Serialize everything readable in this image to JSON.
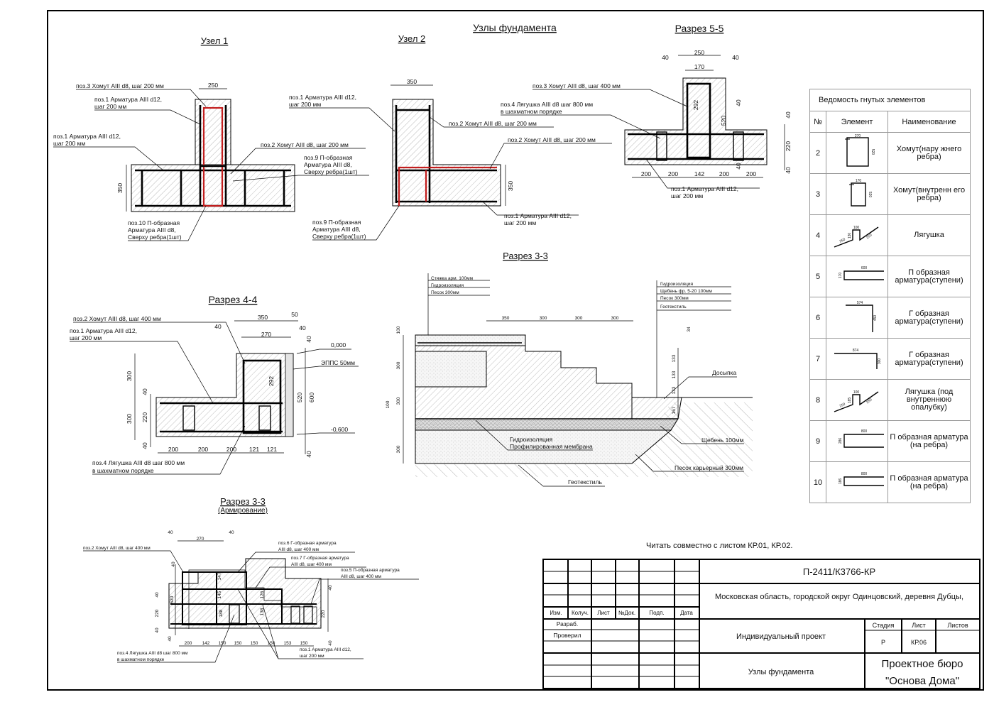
{
  "sheet": {
    "title": "Узлы фундамента",
    "note": "Читать совместно с листом КР.01, КР.02."
  },
  "uzel1": {
    "title": "Узел 1",
    "dims": [
      "250",
      "350"
    ],
    "callouts": [
      [
        "поз.3 Хомут АIII d8, шаг 200 мм"
      ],
      [
        "поз.1 Арматура АIII d12,",
        "шаг 200 мм"
      ],
      [
        "поз.1 Арматура АIII d12,",
        "шаг 200 мм"
      ],
      [
        "поз.2 Хомут АIII d8, шаг 200 мм"
      ],
      [
        "поз.9 П-образная",
        "Арматура АIII d8,",
        "Сверху ребра(1шт)"
      ],
      [
        "поз.10 П-образная",
        "Арматура АIII d8,",
        "Сверху ребра(1шт)"
      ]
    ]
  },
  "uzel2": {
    "title": "Узел 2",
    "dims": [
      "350",
      "350"
    ],
    "callouts": [
      [
        "поз.1 Арматура АIII d12,",
        "шаг 200 мм"
      ],
      [
        "поз.2 Хомут АIII d8, шаг 200 мм"
      ],
      [
        "поз.2 Хомут АIII d8, шаг 200 мм"
      ],
      [
        "поз.1 Арматура АIII d12,",
        "шаг 200 мм"
      ],
      [
        "поз.9 П-образная",
        "Арматура АIII d8,",
        "Сверху ребра(1шт)"
      ]
    ]
  },
  "section55": {
    "title": "Разрез 5-5",
    "dims_top": [
      "40",
      "250",
      "170",
      "40"
    ],
    "dims_inner": [
      "292",
      "520",
      "40",
      "40"
    ],
    "dims_right": [
      "40",
      "220",
      "40"
    ],
    "dims_bottom": [
      "200",
      "200",
      "142",
      "200",
      "200"
    ],
    "callouts": [
      [
        "поз.3 Хомут АIII d8, шаг 400 мм"
      ],
      [
        "поз.4 Лягушка АIII d8 шаг 800 мм",
        "в шахматном порядке"
      ],
      [
        "поз.1 Арматура АIII d12,",
        "шаг 200 мм"
      ]
    ]
  },
  "section44": {
    "title": "Разрез 4-4",
    "dims_top": [
      "350",
      "50",
      "40",
      "270",
      "40"
    ],
    "dims_right": [
      "40",
      "292",
      "520",
      "600",
      "40"
    ],
    "levels": [
      "0,000",
      "-0,600"
    ],
    "insulation": "ЭППС 50мм",
    "dims_left": [
      "300",
      "40",
      "220",
      "300",
      "40"
    ],
    "dims_bottom": [
      "200",
      "200",
      "200",
      "121",
      "121"
    ],
    "callouts": [
      [
        "поз.2 Хомут АIII d8, шаг 400 мм"
      ],
      [
        "поз.1 Арматура АIII d12,",
        "шаг 200 мм"
      ],
      [
        "поз.4 Лягушка АIII d8 шаг 800 мм",
        "в шахматном порядке"
      ]
    ]
  },
  "section33": {
    "title": "Разрез 3-3",
    "layers_left": [
      "Стяжка арм. 100мм",
      "Гидроизоляция",
      "Песок 300мм"
    ],
    "layers_right": [
      "Гидроизоляция",
      "Щебень фр. 5-20 100мм",
      "Песок 300мм",
      "Геотекстиль"
    ],
    "dims_top": [
      "350",
      "300",
      "300",
      "300"
    ],
    "dims_left": [
      "100",
      "300",
      "300",
      "100",
      "300"
    ],
    "dims_right": [
      "34",
      "133",
      "133",
      "133",
      "167"
    ],
    "labels": {
      "fill": "Досыпка",
      "gravel": "Щебень 100мм",
      "sand": "Песок карьерный 300мм",
      "membrane": [
        "Гидроизоляция",
        "Профилированная мембрана"
      ],
      "geotextile": "Геотекстиль"
    }
  },
  "section33r": {
    "title": "Разрез 3-3",
    "subtitle": "(Армирование)",
    "dims_top": [
      "40",
      "270",
      "40"
    ],
    "dims_left": [
      "40",
      "520",
      "40",
      "220",
      "40",
      "40"
    ],
    "dims_inner": [
      "147",
      "145",
      "188",
      "126",
      "138"
    ],
    "dims_right": [
      "40",
      "220",
      "40"
    ],
    "dims_bottom": [
      "200",
      "142",
      "150",
      "150",
      "150",
      "150",
      "153",
      "150"
    ],
    "callouts": [
      [
        "поз.2 Хомут АIII d8, шаг 400 мм"
      ],
      [
        "поз.6 Г-образная арматура",
        "АIII d8, шаг 400 мм"
      ],
      [
        "поз.7 Г-образная арматура",
        "АIII d8, шаг 400 мм"
      ],
      [
        "поз.5 П-образная арматура",
        "АIII d8, шаг 400 мм"
      ],
      [
        "поз.4 Лягушка АIII d8 шаг 800 мм",
        "в шахматном порядке"
      ],
      [
        "поз.1 Арматура АIII d12,",
        "шаг 200 мм"
      ]
    ]
  },
  "bend_table": {
    "caption": "Ведомость гнутых элементов",
    "headers": [
      "№",
      "Элемент",
      "Наименование"
    ],
    "rows": [
      {
        "no": "2",
        "shape": "stirrup",
        "dims": [
          "270",
          "520"
        ],
        "name": "Хомут(нару жнего ребра)"
      },
      {
        "no": "3",
        "shape": "stirrup-narrow",
        "dims": [
          "170",
          "520"
        ],
        "name": "Хомут(внутренн его ребра)"
      },
      {
        "no": "4",
        "shape": "frog",
        "dims": [
          "100",
          "130",
          "250",
          "250"
        ],
        "name": "Лягушка"
      },
      {
        "no": "5",
        "shape": "u-bar",
        "dims": [
          "600",
          "170"
        ],
        "name": "П образная арматура(ступени)"
      },
      {
        "no": "6",
        "shape": "l-bar",
        "dims": [
          "574",
          "450"
        ],
        "name": "Г образная арматура(ступени)"
      },
      {
        "no": "7",
        "shape": "l-bar",
        "dims": [
          "874",
          "300"
        ],
        "name": "Г образная арматура(ступени)"
      },
      {
        "no": "8",
        "shape": "frog",
        "dims": [
          "100",
          "185",
          "250",
          "250"
        ],
        "name": "Лягушка (под внутреннюю опалубку)"
      },
      {
        "no": "9",
        "shape": "u-bar",
        "dims": [
          "800",
          "286"
        ],
        "name": "П образная арматура (на ребра)"
      },
      {
        "no": "10",
        "shape": "u-bar",
        "dims": [
          "800",
          "186"
        ],
        "name": "П образная арматура (на ребра)"
      }
    ]
  },
  "title_block": {
    "code": "П-2411/К3766-КР",
    "address": "Московская область, городской округ Одинцовский, деревня Дубцы,",
    "col_headers": [
      "Изм.",
      "Колуч.",
      "Лист",
      "№Док.",
      "Подп.",
      "Дата"
    ],
    "roles": [
      "Разраб.",
      "Проверил"
    ],
    "project": "Индивидуальный проект",
    "stage_header": "Стадия",
    "sheet_header": "Лист",
    "sheets_header": "Листов",
    "stage": "Р",
    "sheet": "КР.06",
    "sheets": "",
    "drawing_title": "Узлы фундамента",
    "company_line1": "Проектное бюро",
    "company_line2": "\"Основа Дома\""
  }
}
